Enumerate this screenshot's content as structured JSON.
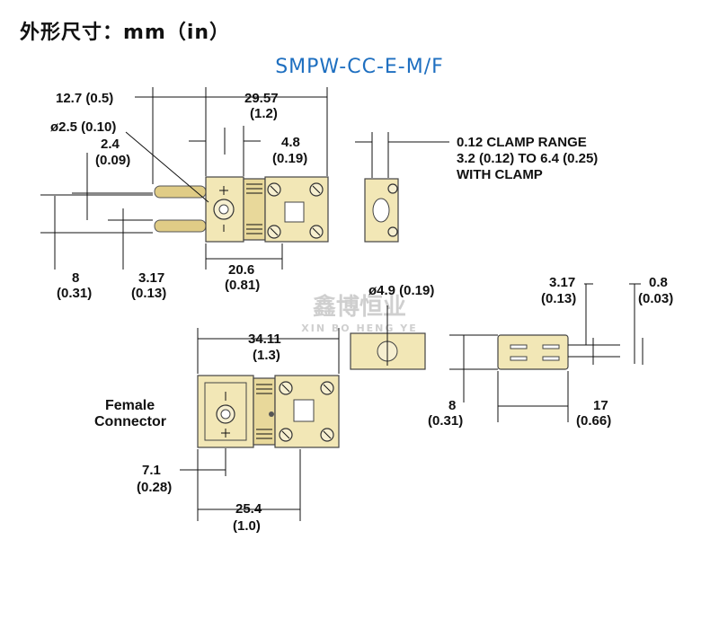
{
  "heading": "外形尺寸：mm（in）",
  "model": "SMPW-CC-E-M/F",
  "watermark": {
    "cn": "鑫博恒业",
    "en": "XIN BO HENG YE"
  },
  "male": {
    "pin_len": "12.7 (0.5)",
    "length_mm": "29.57",
    "length_in": "(1.2)",
    "pin_dia": "ø2.5 (0.10)",
    "d24_mm": "2.4",
    "d24_in": "(0.09)",
    "d48_mm": "4.8",
    "d48_in": "(0.19)",
    "d8_mm": "8",
    "d8_in": "(0.31)",
    "d317_mm": "3.17",
    "d317_in": "(0.13)",
    "d206_mm": "20.6",
    "d206_in": "(0.81)"
  },
  "clamp": {
    "line1": "0.12 CLAMP RANGE",
    "line2": "3.2 (0.12) TO 6.4 (0.25)",
    "line3": "WITH CLAMP"
  },
  "end_view": {
    "hole_dia": "ø4.9 (0.19)"
  },
  "side_view": {
    "d317_mm": "3.17",
    "d317_in": "(0.13)",
    "d08_mm": "0.8",
    "d08_in": "(0.03)",
    "d8_mm": "8",
    "d8_in": "(0.31)",
    "d17_mm": "17",
    "d17_in": "(0.66)"
  },
  "female": {
    "label1": "Female",
    "label2": "Connector",
    "len_mm": "34.11",
    "len_in": "(1.3)",
    "d71_mm": "7.1",
    "d71_in": "(0.28)",
    "d254_mm": "25.4",
    "d254_in": "(1.0)"
  }
}
